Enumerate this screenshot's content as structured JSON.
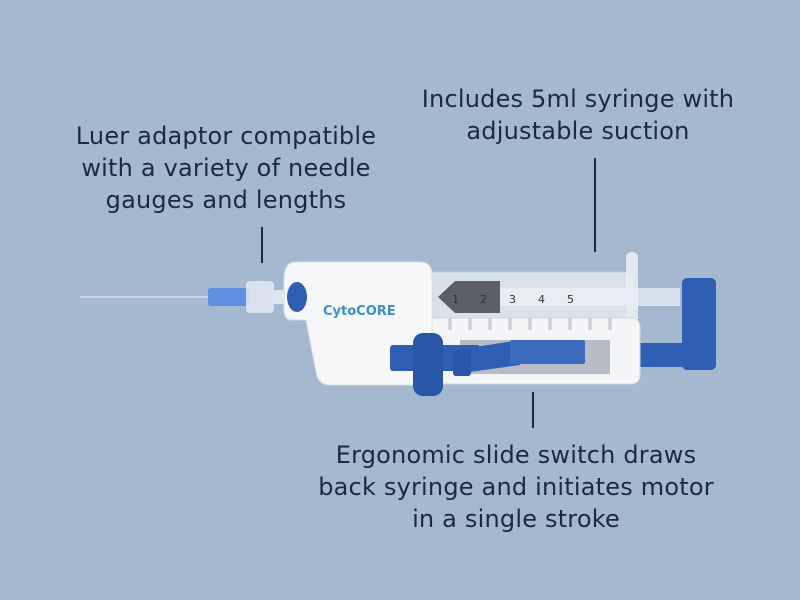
{
  "callouts": {
    "luer": [
      "Luer adaptor compatible",
      "with a variety of needle",
      "gauges and lengths"
    ],
    "syringe": [
      "Includes 5ml syringe with",
      "adjustable suction"
    ],
    "switch": [
      "Ergonomic slide switch draws",
      "back syringe and initiates motor",
      "in a single stroke"
    ]
  },
  "device": {
    "logo_text": "CytoCORE",
    "syringe_marks": [
      "1",
      "2",
      "3",
      "4",
      "5"
    ]
  },
  "colors": {
    "background": "#a4b9d0",
    "text": "#1d2747",
    "accent_blue": "#2f5fb3",
    "logo_blue": "#3a8fc7"
  }
}
